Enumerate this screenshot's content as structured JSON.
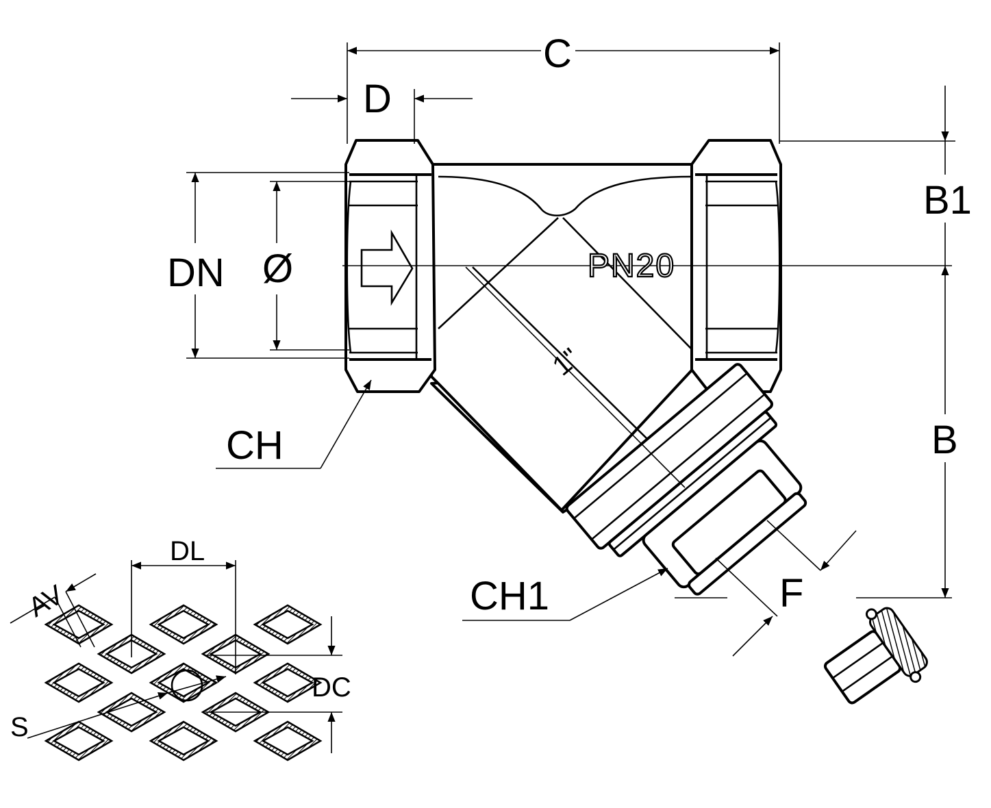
{
  "diagram": {
    "dimensions": {
      "c": "C",
      "d": "D",
      "dn": "DN",
      "diameter": "Ø",
      "b1": "B1",
      "b": "B",
      "ch": "CH",
      "ch1": "CH1",
      "f": "F"
    },
    "body_marking": {
      "pressure": "PN20",
      "size": "1\""
    },
    "mesh": {
      "dl": "DL",
      "av": "AV",
      "dc": "DC",
      "s": "S"
    }
  }
}
